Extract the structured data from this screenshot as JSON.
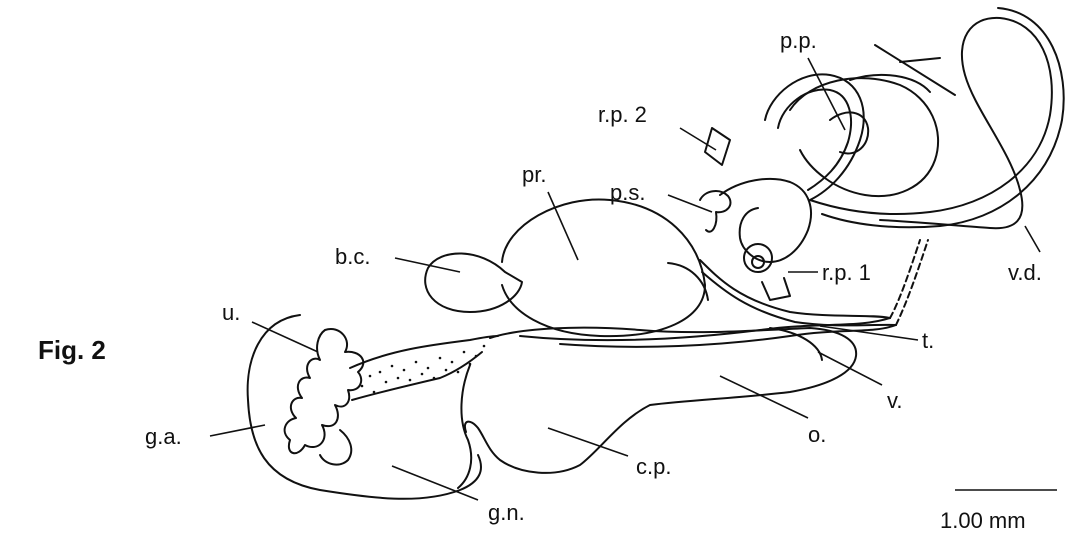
{
  "figure_label": "Fig. 2",
  "scale_bar": {
    "text": "1.00 mm"
  },
  "labels": {
    "pp": "p.p.",
    "rp2": "r.p. 2",
    "pr": "pr.",
    "ps": "p.s.",
    "bc": "b.c.",
    "rp1": "r.p. 1",
    "vd": "v.d.",
    "u": "u.",
    "t": "t.",
    "v": "v.",
    "ga": "g.a.",
    "o": "o.",
    "cp": "c.p.",
    "gn": "g.n."
  },
  "colors": {
    "ink": "#111111",
    "background": "#ffffff"
  }
}
